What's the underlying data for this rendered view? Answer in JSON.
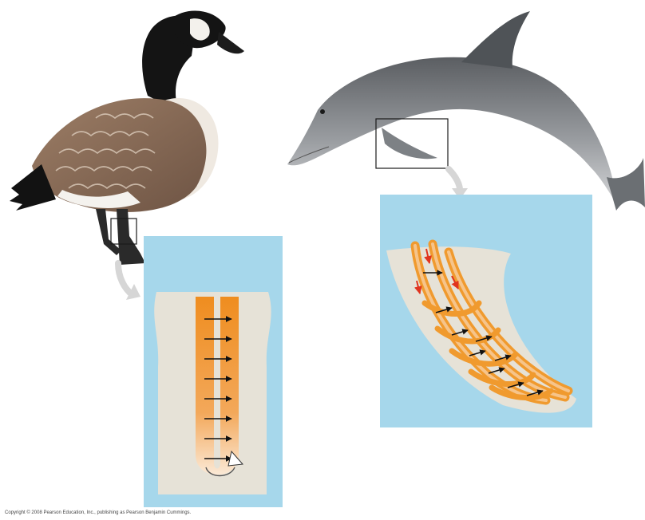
{
  "figure": {
    "subjects": [
      "goose",
      "dolphin"
    ],
    "panel_color": "#a6d7eb",
    "tissue_color": "#e6e2d7",
    "vessel_color": "#f09a2e",
    "vessel_light_color": "#fbe6cf",
    "arrow_color": "#111111",
    "warm_arrow_color": "#e0341f"
  },
  "copyright": "Copyright © 2008 Pearson Education, Inc., publishing as Pearson Benjamin Cummings."
}
